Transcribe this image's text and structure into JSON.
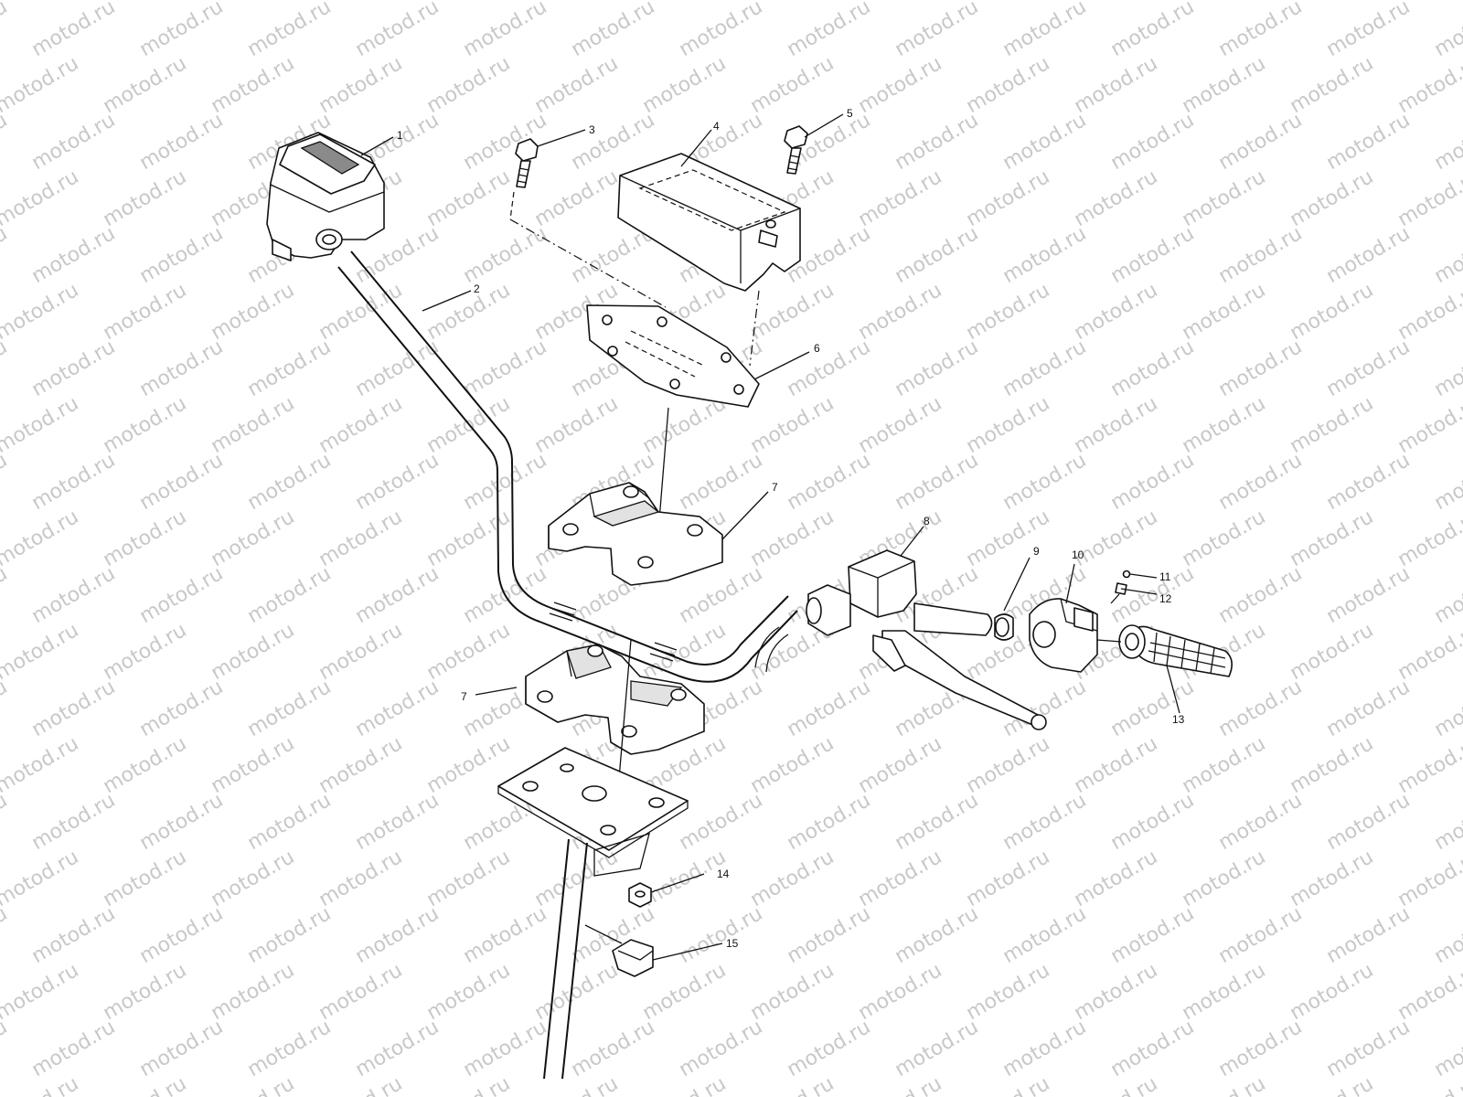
{
  "watermark": {
    "text": "motod.ru",
    "color": "#c8c8c8"
  },
  "diagram": {
    "callouts": [
      {
        "id": "1",
        "text": "1"
      },
      {
        "id": "2",
        "text": "2"
      },
      {
        "id": "3",
        "text": "3"
      },
      {
        "id": "4",
        "text": "4"
      },
      {
        "id": "5",
        "text": "5"
      },
      {
        "id": "6",
        "text": "6"
      },
      {
        "id": "7a",
        "text": "7"
      },
      {
        "id": "7b",
        "text": "7"
      },
      {
        "id": "8",
        "text": "8"
      },
      {
        "id": "9",
        "text": "9"
      },
      {
        "id": "10",
        "text": "10"
      },
      {
        "id": "11",
        "text": "11"
      },
      {
        "id": "12",
        "text": "12"
      },
      {
        "id": "13",
        "text": "13"
      },
      {
        "id": "14",
        "text": "14"
      },
      {
        "id": "15",
        "text": "15"
      }
    ]
  }
}
